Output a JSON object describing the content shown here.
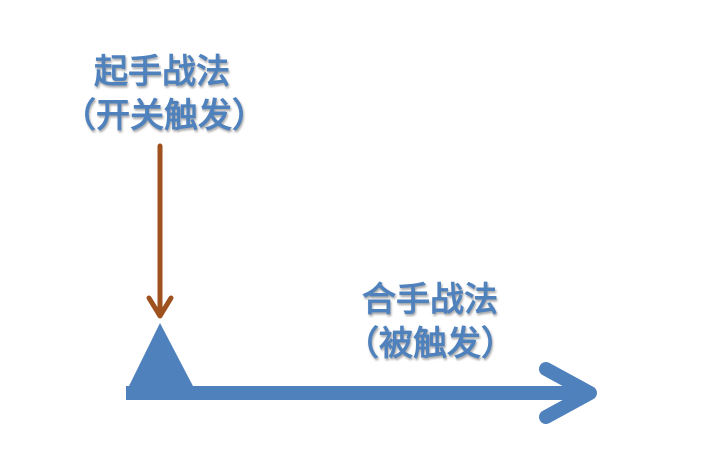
{
  "diagram": {
    "start_label": {
      "line1": "起手战法",
      "line2": "（开关触发）"
    },
    "end_label": {
      "line1": "合手战法",
      "line2": "（被触发）"
    },
    "colors": {
      "label_text": "#4f81bd",
      "timeline": "#4f81bd",
      "trigger_arrow": "#a0521e"
    }
  }
}
